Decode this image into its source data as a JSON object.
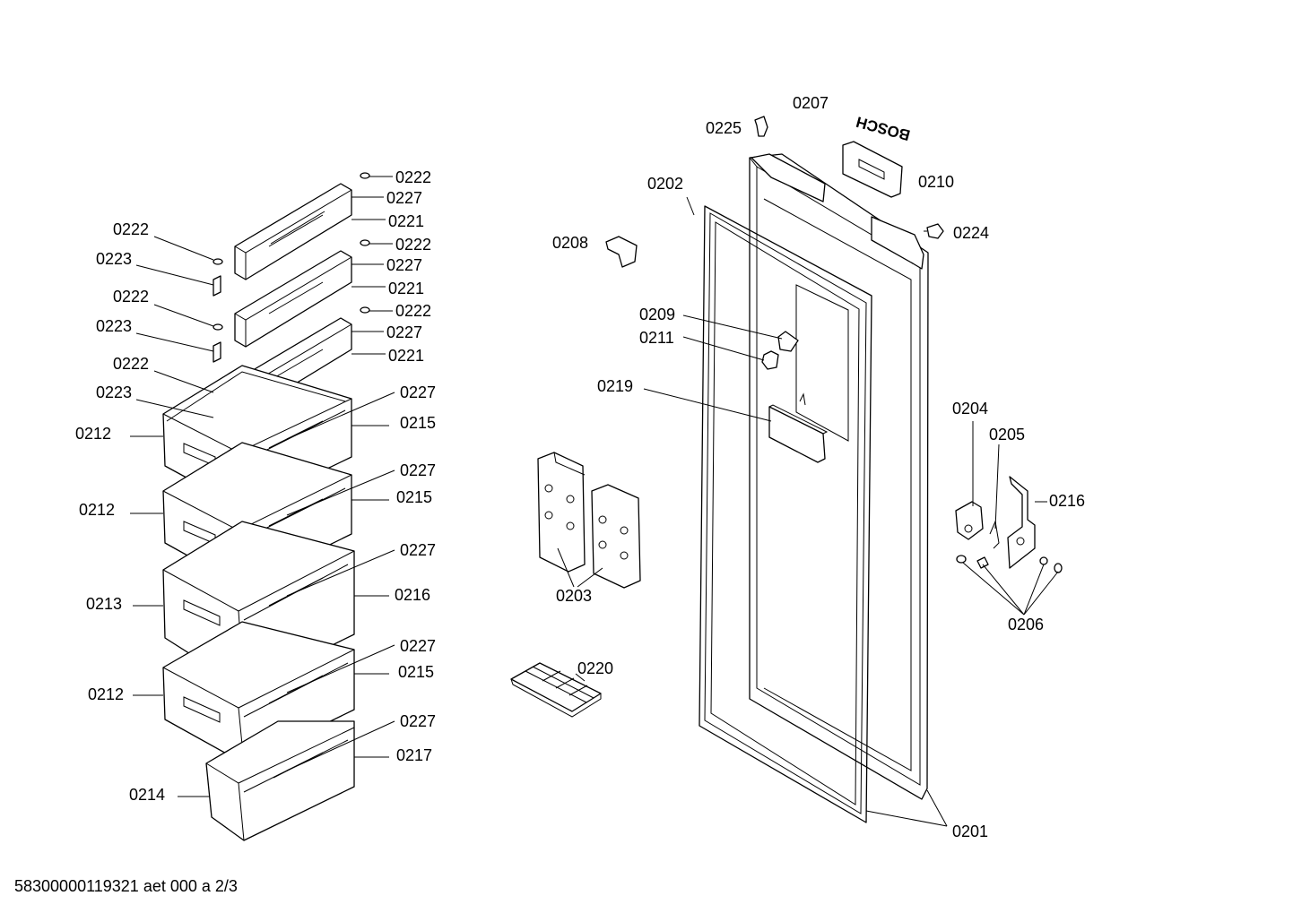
{
  "diagram": {
    "brand_text": "BOSCH",
    "footer": "58300000119321 aet 000 a 2/3",
    "labels": [
      "0222",
      "0227",
      "0221",
      "0222",
      "0227",
      "0221",
      "0222",
      "0227",
      "0221",
      "0222",
      "0223",
      "0222",
      "0223",
      "0222",
      "0223",
      "0227",
      "0215",
      "0212",
      "0227",
      "0215",
      "0212",
      "0227",
      "0216",
      "0213",
      "0227",
      "0215",
      "0212",
      "0227",
      "0217",
      "0214",
      "0207",
      "0225",
      "0210",
      "0202",
      "0224",
      "0208",
      "0209",
      "0211",
      "0219",
      "0203",
      "0220",
      "0204",
      "0205",
      "0216",
      "0206",
      "0201"
    ]
  }
}
